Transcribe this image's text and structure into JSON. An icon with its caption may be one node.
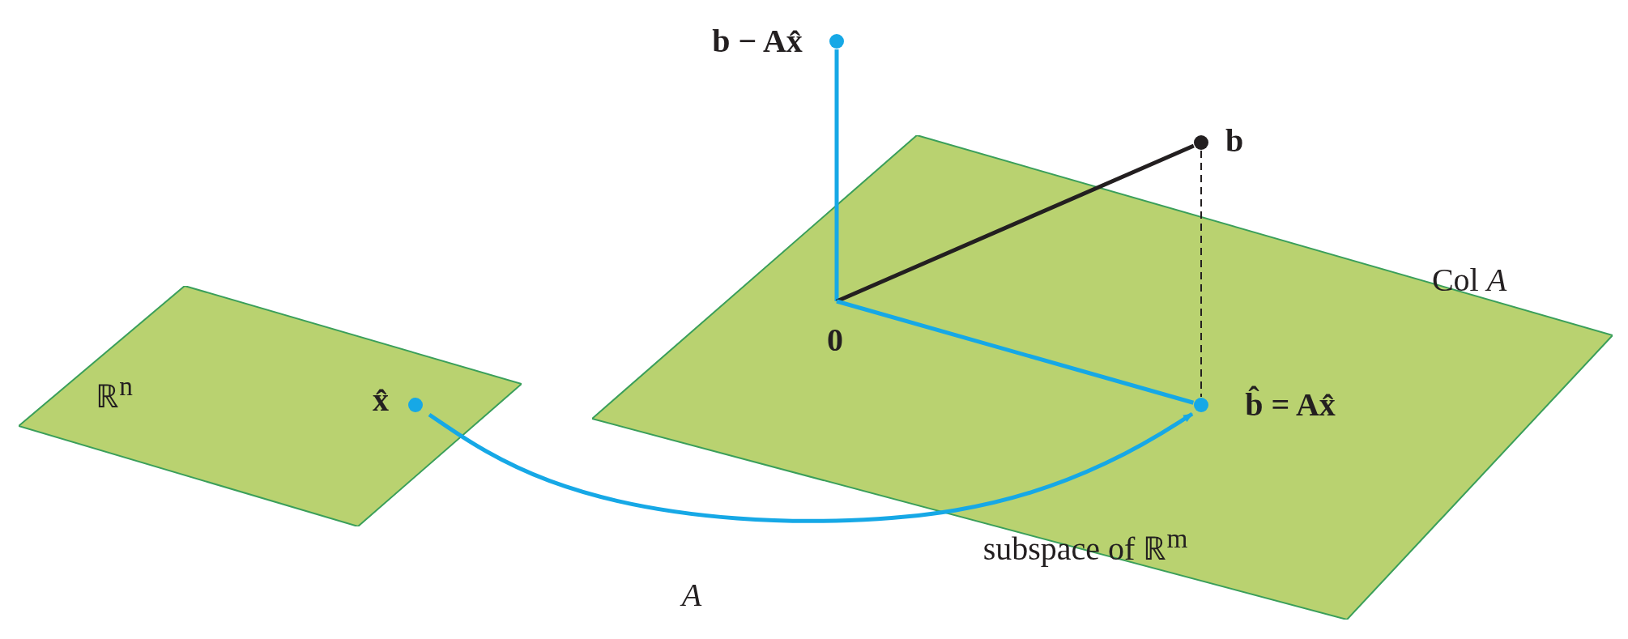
{
  "diagram": {
    "nodes": [
      {
        "text": [
          "ℝ$^{n}$"
        ]
      },
      {
        "text": [
          "Col *A*",
          "subspace of ℝ$^{m}$"
        ]
      },
      {
        "text": [],
        "shape": "circle",
        "in": 0,
        "beside": [
          "x̂"
        ]
      },
      {
        "text": [],
        "shape": "circle",
        "beside": [
          "b − Ax̂"
        ]
      },
      {
        "text": [],
        "shape": "circle",
        "beside": [
          "b"
        ]
      },
      {
        "text": [],
        "shape": "circle",
        "in": 1,
        "beside": [
          "b̂ = Ax̂"
        ]
      }
    ],
    "edges": [
      {
        "from": null,
        "to": 3,
        "arrow": "none"
      },
      {
        "from": null,
        "to": 4,
        "arrow": "none",
        "color": "#231f20"
      },
      {
        "from": null,
        "to": 5,
        "arrow": "none"
      },
      {
        "from": 4,
        "to": 5,
        "arrow": "none",
        "style": "dashed",
        "color": "#231f20"
      },
      {
        "from": 2,
        "to": 5,
        "arrow": "to",
        "label": "A"
      }
    ],
    "labels": [
      "0"
    ]
  }
}
